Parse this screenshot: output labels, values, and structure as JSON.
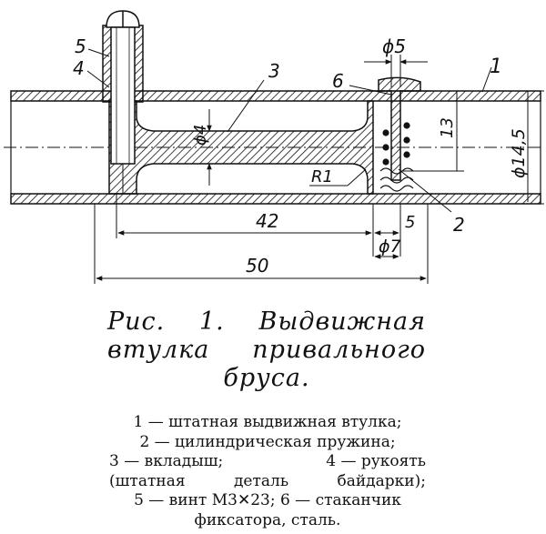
{
  "drawing": {
    "part_labels": [
      "1",
      "2",
      "3",
      "4",
      "5",
      "6"
    ],
    "dimensions": {
      "d_top": "ϕ5",
      "d_bar": "ϕ4",
      "h_pocket": "13",
      "d_outer": "ϕ14,5",
      "radius": "R1",
      "len_42": "42",
      "len_5": "5",
      "d_bottom": "ϕ7",
      "len_50": "50"
    }
  },
  "caption": {
    "line1": [
      "Рис.",
      "1.",
      "Выдвижная"
    ],
    "line2": [
      "втулка",
      "привального"
    ],
    "line3": "бруса."
  },
  "legend": {
    "line1": "1 — штатная выдвижная втулка;",
    "line2": "2 — цилиндрическая пружина;",
    "line3_a": "3 — вкладыш;",
    "line3_b": "4 — рукоять",
    "line4_a": "(штатная",
    "line4_b": "деталь",
    "line4_c": "байдарки);",
    "line5": "5 — винт М3✕23; 6 — стаканчик",
    "line6": "фиксатора, сталь."
  }
}
